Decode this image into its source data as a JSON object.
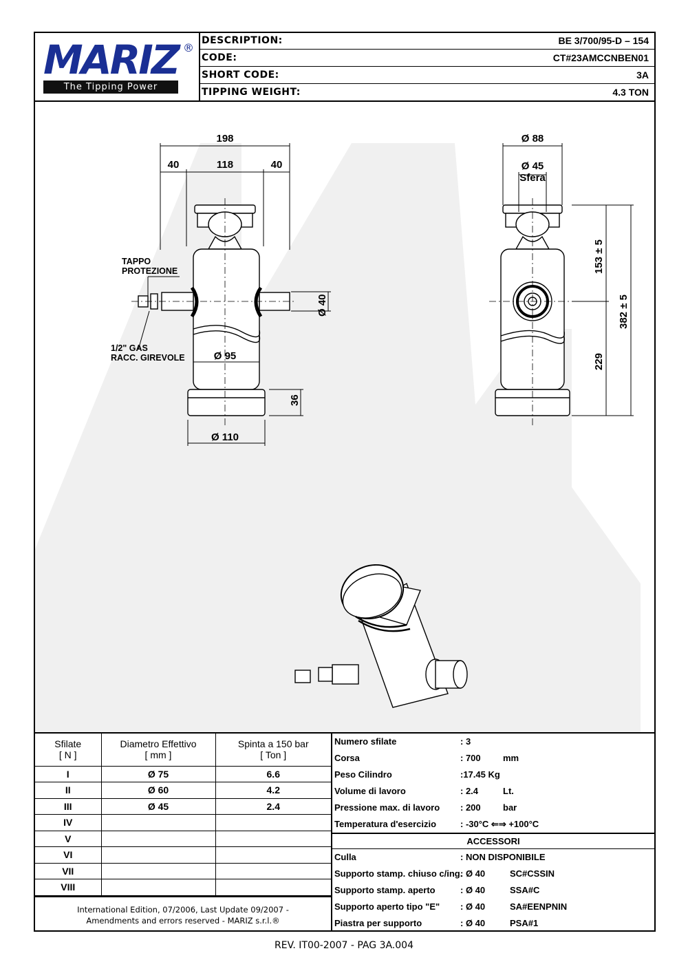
{
  "brand": {
    "name": "MARIZ",
    "registered": "®",
    "tagline": "The Tipping Power"
  },
  "header": {
    "rows": [
      {
        "label": "DESCRIPTION:",
        "value": "BE 3/700/95-D – 154"
      },
      {
        "label": "CODE:",
        "value": "CT#23AMCCNBEN01"
      },
      {
        "label": "SHORT CODE:",
        "value": "3A"
      },
      {
        "label": "TIPPING WEIGHT:",
        "value": "4.3 TON"
      }
    ]
  },
  "drawing": {
    "front": {
      "overall_width": "198",
      "side_left": "40",
      "body_width": "118",
      "side_right": "40",
      "pin_diameter": "Ø 40",
      "body_diameter": "Ø 95",
      "base_height": "36",
      "base_diameter": "Ø 110",
      "note_cap_line1": "TAPPO",
      "note_cap_line2": "PROTEZIONE",
      "note_gas_line1": "1/2\" GAS",
      "note_gas_line2": "RACC. GIREVOLE"
    },
    "side": {
      "head_diameter": "Ø 88",
      "ball_diameter": "Ø 45",
      "ball_label": "Sfera",
      "upper_height": "153 ± 5",
      "total_height": "382 ± 5",
      "lower_height": "229"
    }
  },
  "stages_table": {
    "headers": [
      {
        "line1": "Sfilate",
        "line2": "[ N ]"
      },
      {
        "line1": "Diametro Effettivo",
        "line2": "[ mm ]"
      },
      {
        "line1": "Spinta a 150 bar",
        "line2": "[ Ton ]"
      }
    ],
    "rows": [
      {
        "stage": "I",
        "diameter": "Ø 75",
        "thrust": "6.6"
      },
      {
        "stage": "II",
        "diameter": "Ø 60",
        "thrust": "4.2"
      },
      {
        "stage": "III",
        "diameter": "Ø 45",
        "thrust": "2.4"
      },
      {
        "stage": "IV",
        "diameter": "",
        "thrust": ""
      },
      {
        "stage": "V",
        "diameter": "",
        "thrust": ""
      },
      {
        "stage": "VI",
        "diameter": "",
        "thrust": ""
      },
      {
        "stage": "VII",
        "diameter": "",
        "thrust": ""
      },
      {
        "stage": "VIII",
        "diameter": "",
        "thrust": ""
      }
    ]
  },
  "specs": [
    {
      "label": "Numero sfilate",
      "value": ": 3",
      "unit": ""
    },
    {
      "label": "Corsa",
      "value": ": 700",
      "unit": "mm"
    },
    {
      "label": "Peso Cilindro",
      "value": ":17.45 Kg",
      "unit": ""
    },
    {
      "label": "Volume di lavoro",
      "value": ": 2.4",
      "unit": "Lt."
    },
    {
      "label": "Pressione max. di lavoro",
      "value": ": 200",
      "unit": "bar"
    },
    {
      "label": "Temperatura d'esercizio",
      "value": ": -30°C ⇐⇒ +100°C",
      "unit": ""
    }
  ],
  "accessories": {
    "title": "ACCESSORI",
    "rows": [
      {
        "label": "Culla",
        "value": ": NON DISPONIBILE",
        "code": ""
      },
      {
        "label": "Supporto stamp. chiuso c/ing.",
        "value": ": Ø 40",
        "code": "SC#CSSIN"
      },
      {
        "label": "Supporto stamp. aperto",
        "value": ": Ø 40",
        "code": "SSA#C"
      },
      {
        "label": "Supporto aperto tipo \"E\"",
        "value": ": Ø 40",
        "code": "SA#EENPNIN"
      },
      {
        "label": "Piastra per supporto",
        "value": ": Ø 40",
        "code": "PSA#1"
      }
    ]
  },
  "footer": {
    "line1": "International Edition, 07/2006, Last Update 09/2007 -",
    "line2": "Amendments and errors reserved - MARIZ s.r.l.®"
  },
  "revision": "REV. IT00-2007 - PAG 3A.004",
  "colors": {
    "brand_blue": "#1a2f94",
    "watermark": "#ececec"
  }
}
